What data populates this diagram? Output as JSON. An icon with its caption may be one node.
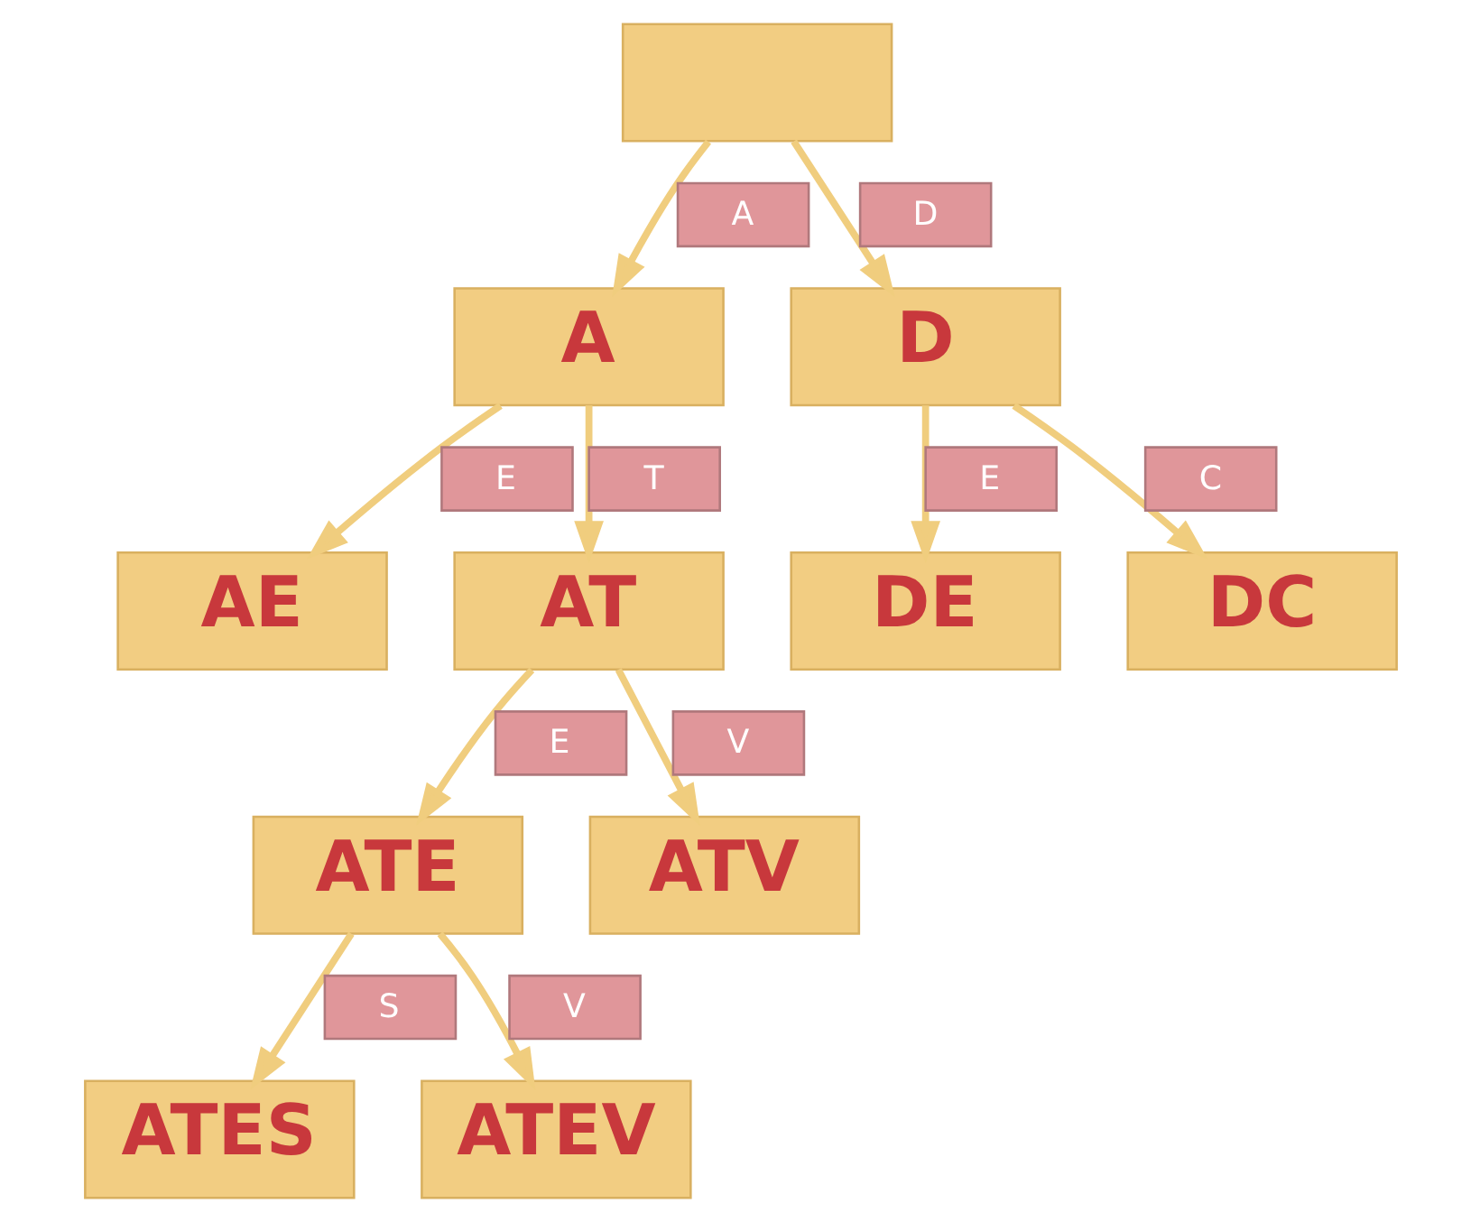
{
  "diagram": {
    "nodes": [
      {
        "text": [],
        "shape": "box"
      },
      {
        "text": [
          "A"
        ]
      },
      {
        "text": [
          "D"
        ]
      },
      {
        "text": [
          "AE"
        ]
      },
      {
        "text": [
          "AT"
        ]
      },
      {
        "text": [
          "DE"
        ]
      },
      {
        "text": [
          "DC"
        ]
      },
      {
        "text": [
          "ATE"
        ]
      },
      {
        "text": [
          "ATV"
        ]
      },
      {
        "text": [
          "ATES"
        ]
      },
      {
        "text": [
          "ATEV"
        ]
      }
    ],
    "edges": [
      {
        "from": 0,
        "to": 1,
        "arrow": "to",
        "label": "A"
      },
      {
        "from": 0,
        "to": 2,
        "arrow": "to",
        "label": "D"
      },
      {
        "from": 1,
        "to": 3,
        "arrow": "to",
        "label": "E"
      },
      {
        "from": 1,
        "to": 4,
        "arrow": "to",
        "label": "T"
      },
      {
        "from": 2,
        "to": 5,
        "arrow": "to",
        "label": "E"
      },
      {
        "from": 2,
        "to": 6,
        "arrow": "to",
        "label": "C"
      },
      {
        "from": 4,
        "to": 7,
        "arrow": "to",
        "label": "E"
      },
      {
        "from": 4,
        "to": 8,
        "arrow": "to",
        "label": "V"
      },
      {
        "from": 7,
        "to": 9,
        "arrow": "to",
        "label": "S"
      },
      {
        "from": 7,
        "to": 10,
        "arrow": "to",
        "label": "V"
      }
    ]
  }
}
